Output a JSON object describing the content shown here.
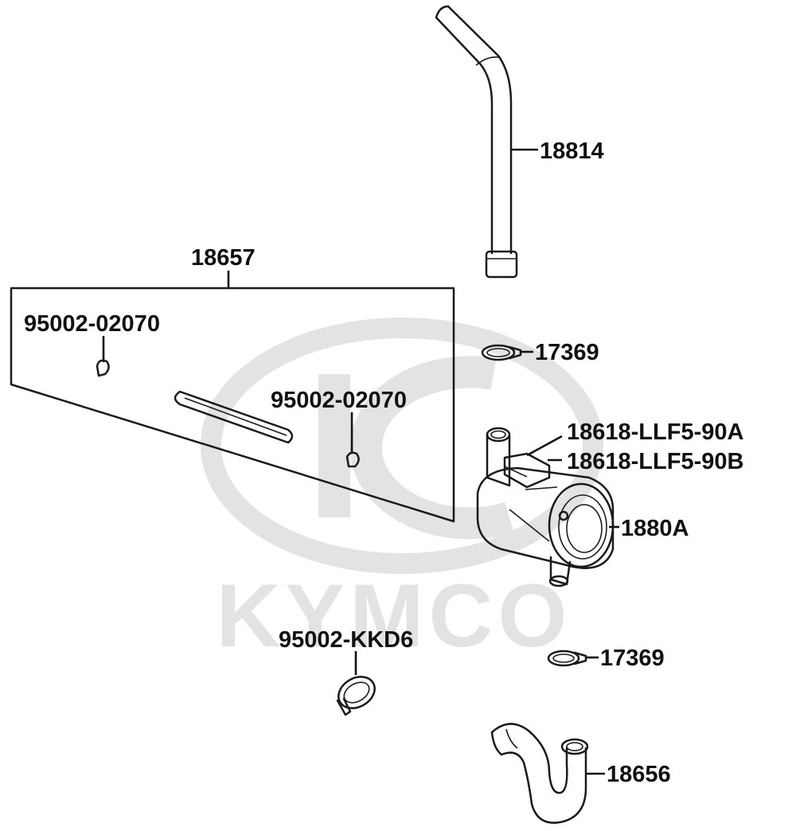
{
  "watermark": {
    "brand_text": "KYMCO",
    "color": "#e3e3e3"
  },
  "parts": {
    "hose_upper": "18814",
    "kit": "18657",
    "clip_kit_1": "95002-02070",
    "clip_kit_2": "95002-02070",
    "clamp_upper": "17369",
    "valve_a": "18618-LLF5-90A",
    "valve_b": "18618-LLF5-90B",
    "filter": "1880A",
    "clamp_band": "95002-KKD6",
    "clamp_lower": "17369",
    "hose_lower": "18656"
  }
}
